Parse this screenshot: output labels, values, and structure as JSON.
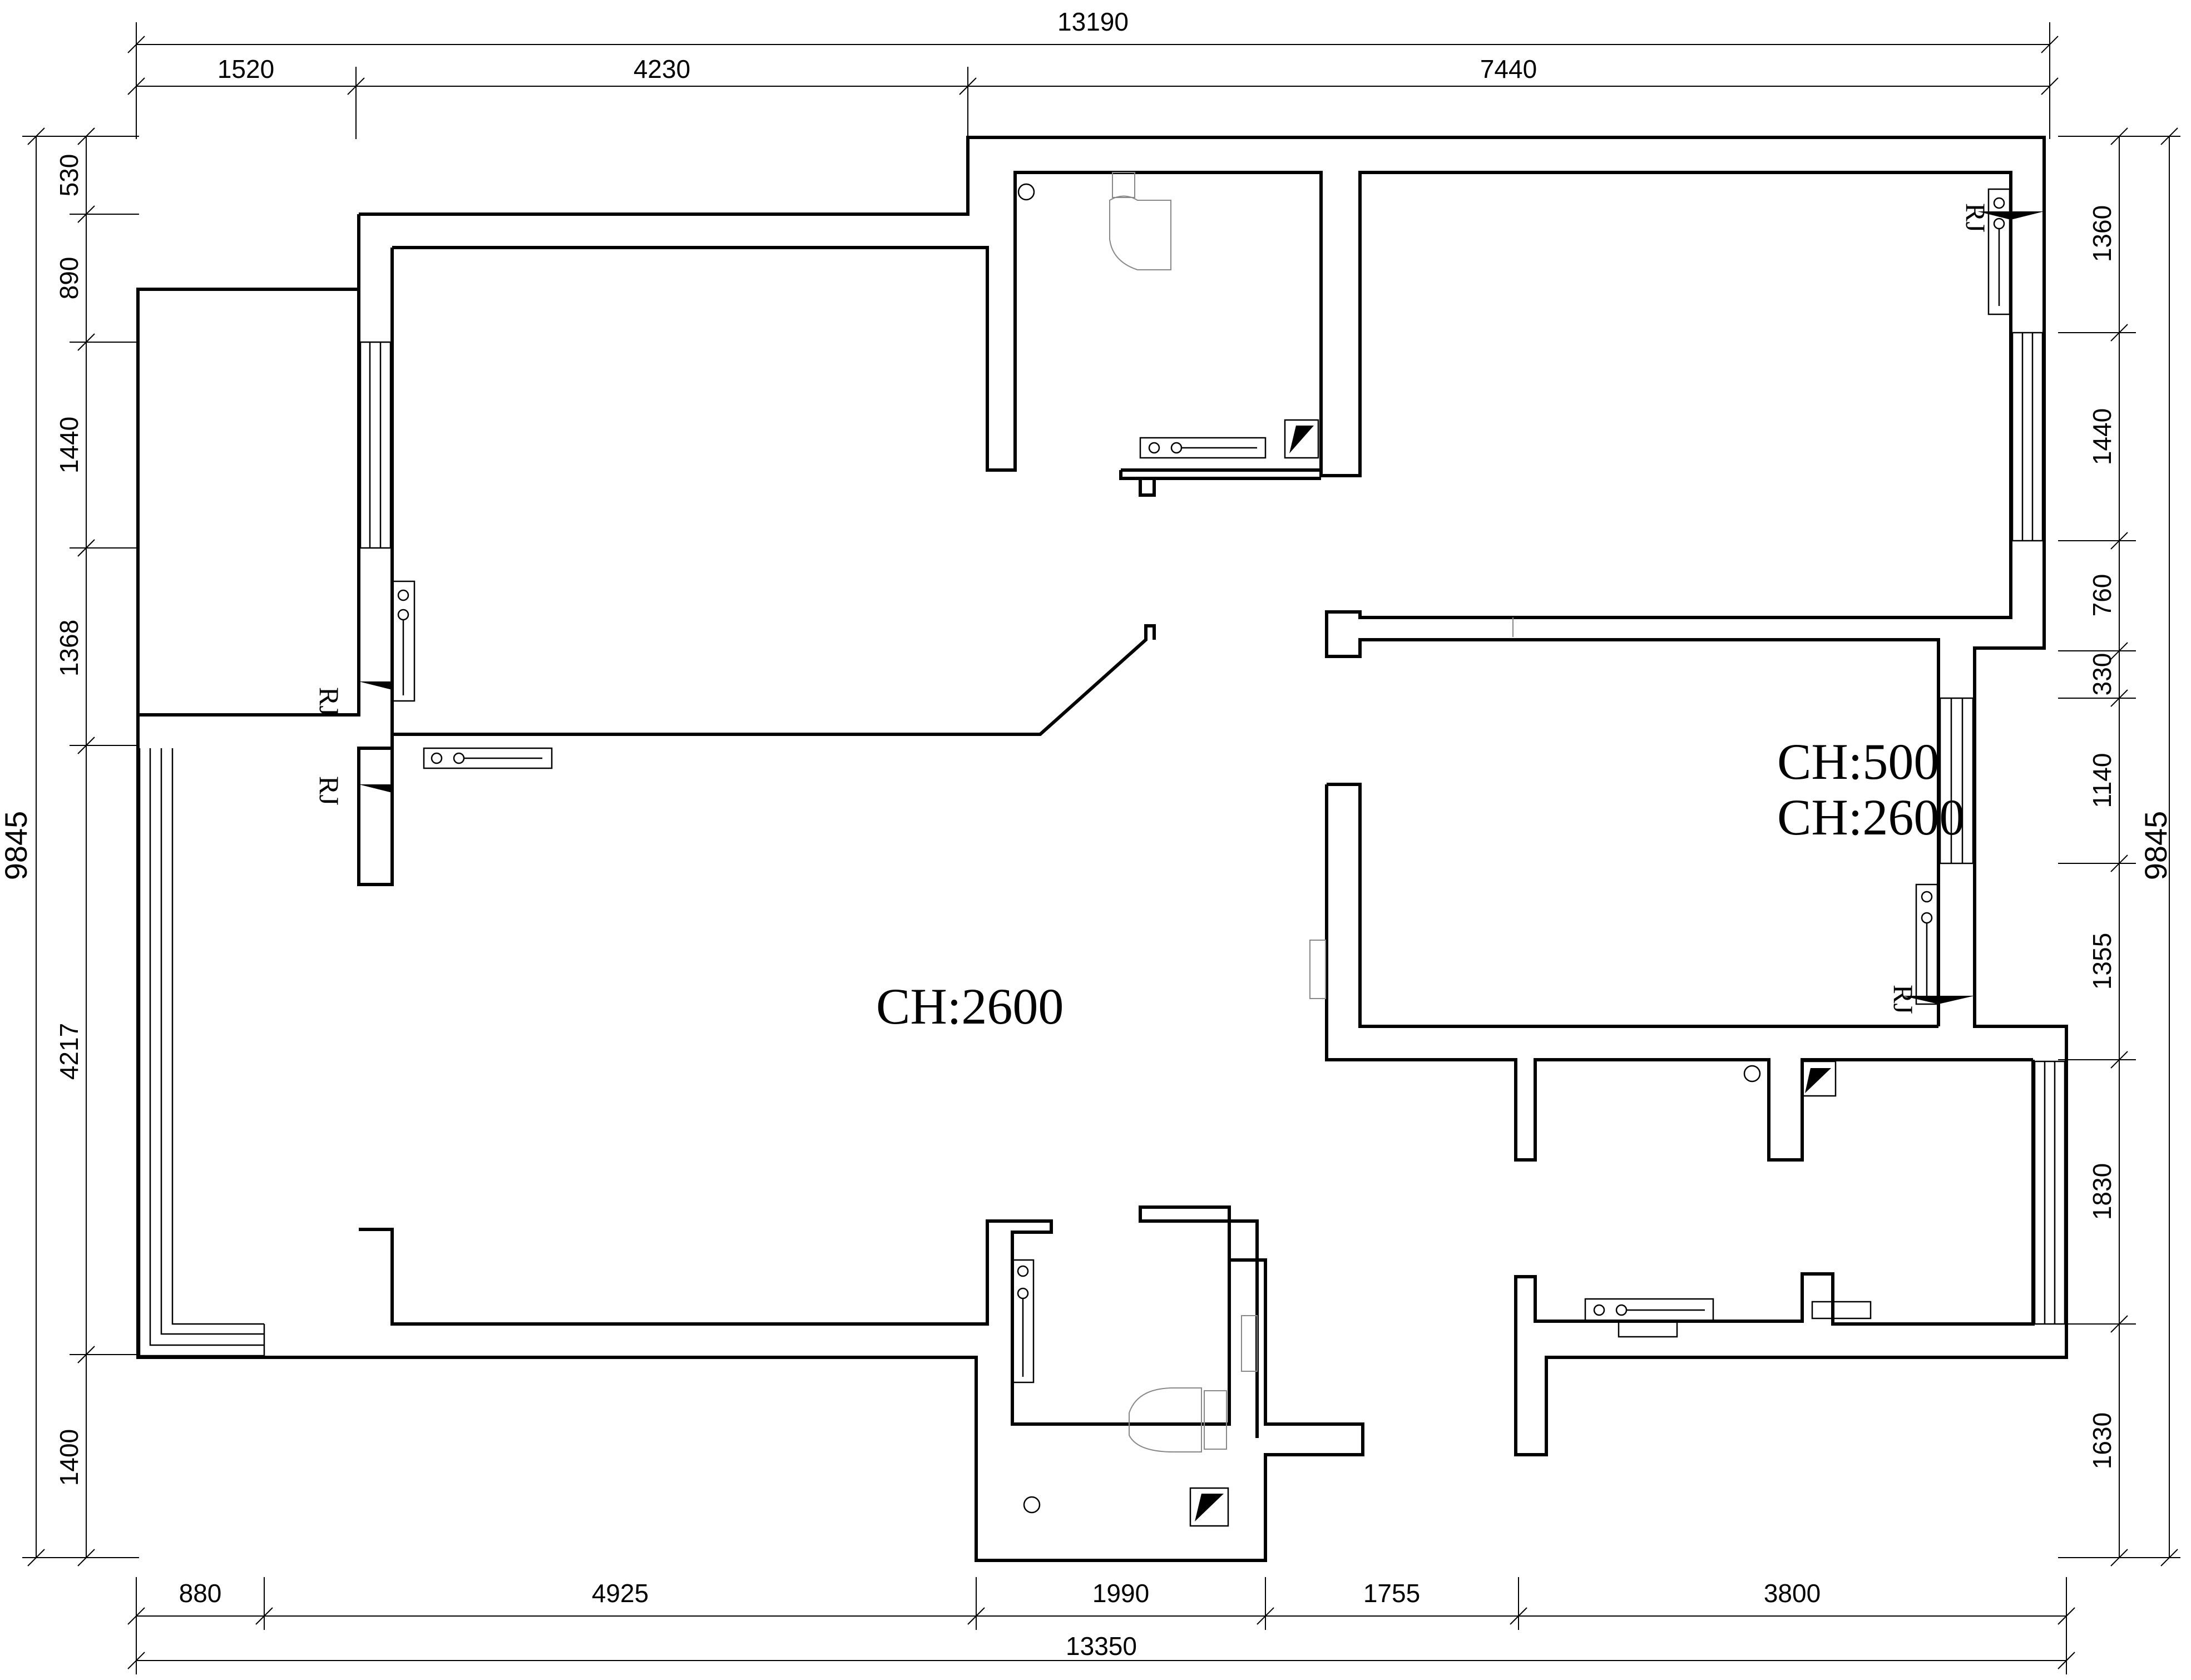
{
  "dimensions": {
    "top_total": "13190",
    "top_segments": [
      "1520",
      "4230",
      "7440"
    ],
    "bottom_total": "13350",
    "bottom_segments": [
      "880",
      "4925",
      "1990",
      "1755",
      "3800"
    ],
    "left_total": "9845",
    "left_segments": [
      "530",
      "890",
      "1440",
      "1368",
      "4217",
      "1400"
    ],
    "right_total": "9845",
    "right_segments": [
      "1360",
      "1440",
      "760",
      "330",
      "1140",
      "1355",
      "1830",
      "1630"
    ]
  },
  "labels": {
    "living_ceiling": "CH:2600",
    "bedroom_ch_1": "CH:500",
    "bedroom_ch_2": "CH:2600",
    "radiator_tag": "RJ"
  }
}
